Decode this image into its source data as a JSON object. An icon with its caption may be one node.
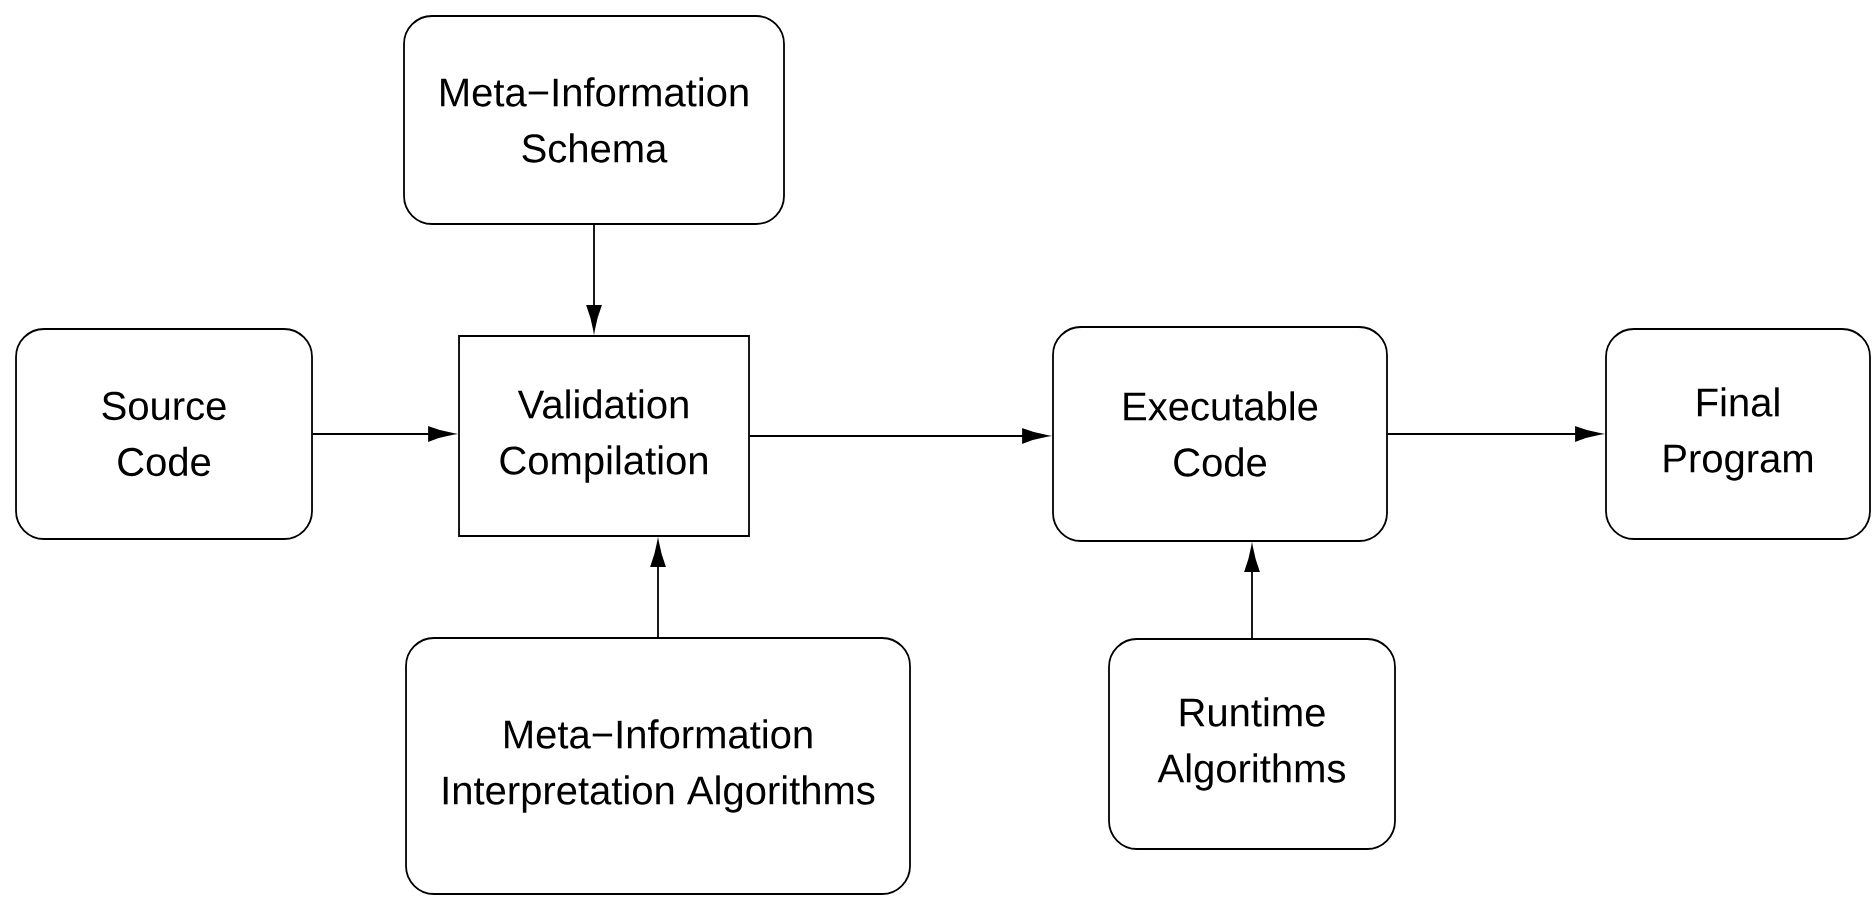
{
  "diagram": {
    "nodes": [
      {
        "text": [
          "Meta−Information Schema"
        ]
      },
      {
        "text": [
          "Source Code"
        ]
      },
      {
        "text": [
          "Validation Compilation"
        ]
      },
      {
        "text": [
          "Executable Code"
        ]
      },
      {
        "text": [
          "Final Program"
        ]
      },
      {
        "text": [
          "Meta−Information Interpretation Algorithms"
        ]
      },
      {
        "text": [
          "Runtime Algorithms"
        ]
      }
    ],
    "edges": [
      {
        "from": 0,
        "to": 2,
        "arrow": "to"
      },
      {
        "from": 1,
        "to": 2,
        "arrow": "to"
      },
      {
        "from": 5,
        "to": 2,
        "arrow": "to"
      },
      {
        "from": 2,
        "to": 3,
        "arrow": "to"
      },
      {
        "from": 6,
        "to": 3,
        "arrow": "to"
      },
      {
        "from": 3,
        "to": 4,
        "arrow": "to"
      }
    ]
  }
}
